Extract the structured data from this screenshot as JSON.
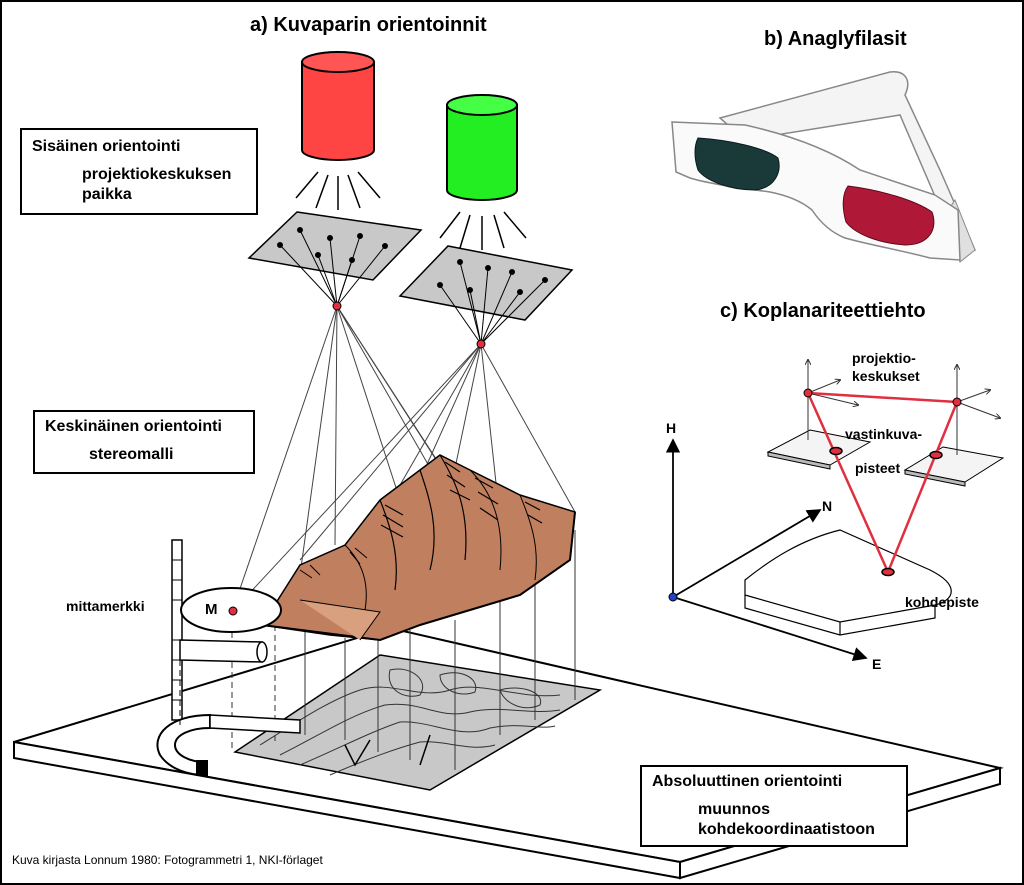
{
  "titles": {
    "a": "a) Kuvaparin orientoinnit",
    "b": "b) Anaglyfilasit",
    "c": "c) Koplanariteettiehto"
  },
  "boxes": {
    "inner": {
      "head": "Sisäinen orientointi",
      "line1": "projektiokeskuksen",
      "line2": "paikka"
    },
    "relative": {
      "head": "Keskinäinen orientointi",
      "line1": "stereomalli"
    },
    "absolute": {
      "head": "Absoluuttinen orientointi",
      "line1": "muunnos",
      "line2": "kohdekoordinaatistoon"
    }
  },
  "labels": {
    "measuring_mark": "mittamerkki",
    "mark_letter": "M",
    "proj_centers_1": "projektio-",
    "proj_centers_2": "keskukset",
    "conj_points_1": "vastinkuva-",
    "conj_points_2": "pisteet",
    "object_point": "kohdepiste",
    "axis_h": "H",
    "axis_n": "N",
    "axis_e": "E"
  },
  "credit": "Kuva kirjasta Lonnum 1980: Fotogrammetri 1, NKI-förlaget",
  "colors": {
    "red_projector": "#ff4444",
    "green_projector": "#22ee22",
    "terrain": "#c08060",
    "plate": "#c8c8c8",
    "coplanarity": "#e03040",
    "lens_red": "#b01838",
    "lens_cyan": "#1a3a3a"
  }
}
